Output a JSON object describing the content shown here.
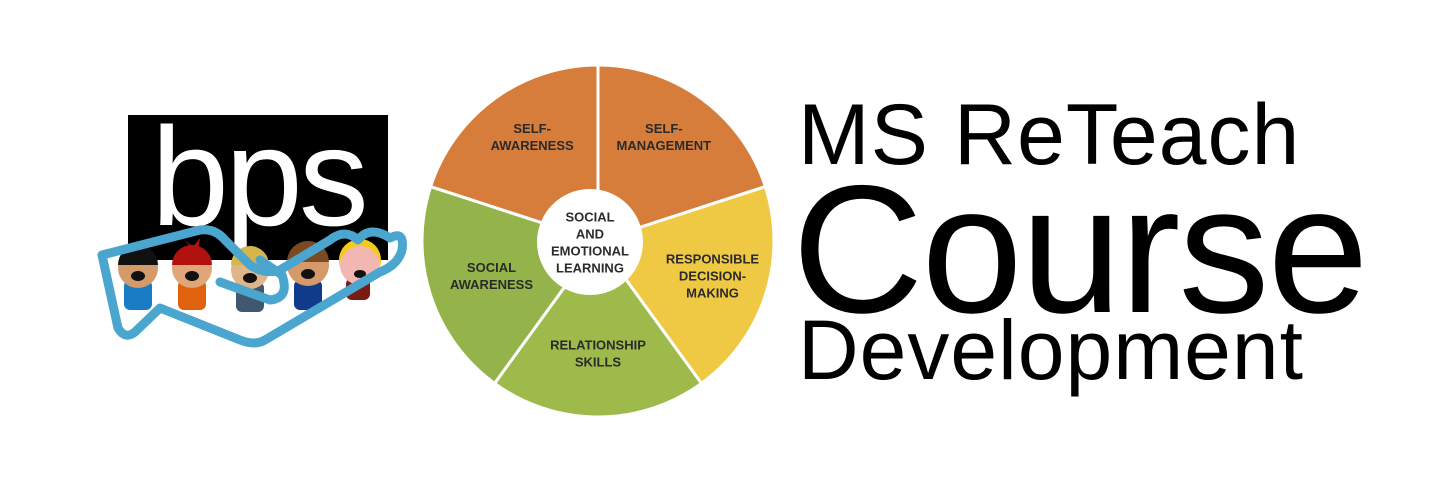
{
  "logo": {
    "text": "bps"
  },
  "wheel": {
    "center": [
      "SOCIAL",
      "AND",
      "EMOTIONAL",
      "LEARNING"
    ],
    "segments": [
      {
        "lines": [
          "SELF-",
          "MANAGEMENT"
        ],
        "color": "#d77d3b"
      },
      {
        "lines": [
          "RESPONSIBLE",
          "DECISION-",
          "MAKING"
        ],
        "color": "#f0c944"
      },
      {
        "lines": [
          "RELATIONSHIP",
          "SKILLS"
        ],
        "color": "#9dba4a"
      },
      {
        "lines": [
          "SOCIAL",
          "AWARENESS"
        ],
        "color": "#94b34a"
      },
      {
        "lines": [
          "SELF-",
          "AWARENESS"
        ],
        "color": "#d77d3b"
      }
    ]
  },
  "title": {
    "line1": "MS ReTeach",
    "line2": "Course",
    "line3": "Development"
  }
}
